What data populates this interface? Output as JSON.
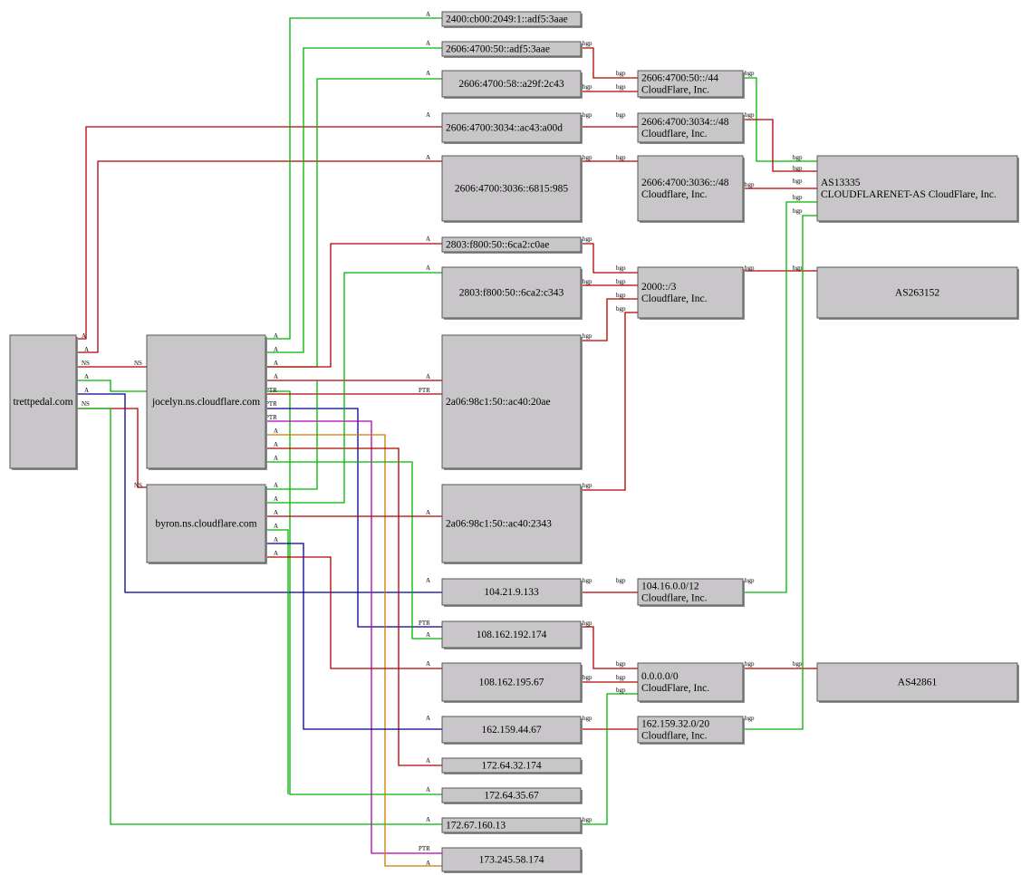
{
  "colors": {
    "red": "#b00000",
    "green": "#00b400",
    "blue": "#000090",
    "magenta": "#b000b0",
    "orange": "#cc7a00",
    "node_fill": "#c8c6c8",
    "node_stroke": "#555555"
  },
  "nodes": {
    "trett": [
      "trettpedal.com"
    ],
    "jocelyn": [
      "jocelyn.ns.cloudflare.com"
    ],
    "byron": [
      "byron.ns.cloudflare.com"
    ],
    "ip2400": [
      "2400:cb00:2049:1::adf5:3aae"
    ],
    "ip2606_50": [
      "2606:4700:50::adf5:3aae"
    ],
    "ip2606_58": [
      "2606:4700:58::a29f:2c43"
    ],
    "ip2606_3034": [
      "2606:4700:3034::ac43:a00d"
    ],
    "ip2606_3036": [
      "2606:4700:3036::6815:985"
    ],
    "ip2803_c0ae": [
      "2803:f800:50::6ca2:c0ae"
    ],
    "ip2803_c343": [
      "2803:f800:50::6ca2:c343"
    ],
    "ip2a06_20ae": [
      "2a06:98c1:50::ac40:20ae"
    ],
    "ip2a06_2343": [
      "2a06:98c1:50::ac40:2343"
    ],
    "ip104": [
      "104.21.9.133"
    ],
    "ip108_174": [
      "108.162.192.174"
    ],
    "ip108_67": [
      "108.162.195.67"
    ],
    "ip162": [
      "162.159.44.67"
    ],
    "ip172_174": [
      "172.64.32.174"
    ],
    "ip172_67": [
      "172.64.35.67"
    ],
    "ip172_13": [
      "172.67.160.13"
    ],
    "ip173": [
      "173.245.58.174"
    ],
    "pfx2606_50": [
      "2606:4700:50::/44",
      "CloudFlare, Inc."
    ],
    "pfx2606_3034": [
      "2606:4700:3034::/48",
      "Cloudflare, Inc."
    ],
    "pfx2606_3036": [
      "2606:4700:3036::/48",
      "Cloudflare, Inc."
    ],
    "pfx2000": [
      "2000::/3",
      "Cloudflare, Inc."
    ],
    "pfx104": [
      "104.16.0.0/12",
      "Cloudflare, Inc."
    ],
    "pfx0": [
      "0.0.0.0/0",
      "CloudFlare, Inc."
    ],
    "pfx162": [
      "162.159.32.0/20",
      "Cloudflare, Inc."
    ],
    "as13335": [
      "AS13335",
      "CLOUDFLARENET-AS CloudFlare, Inc."
    ],
    "as263152": [
      "AS263152"
    ],
    "as42861": [
      "AS42861"
    ]
  },
  "edge_labels": {
    "a": "A",
    "ns": "NS",
    "ptr": "PTR",
    "bgp": "bgp"
  },
  "edges": [
    {
      "from": "trett",
      "to": "ip2606_3034",
      "type": "A",
      "color": "red"
    },
    {
      "from": "trett",
      "to": "ip2606_3036",
      "type": "A",
      "color": "red"
    },
    {
      "from": "trett",
      "to": "jocelyn",
      "type": "NS",
      "color": "red"
    },
    {
      "from": "trett",
      "to": "ip172_67",
      "type": "A",
      "color": "green"
    },
    {
      "from": "trett",
      "to": "ip104",
      "type": "A",
      "color": "blue"
    },
    {
      "from": "trett",
      "to": "byron",
      "type": "NS",
      "color": "red"
    },
    {
      "from": "trett",
      "to": "ip172_13",
      "type": "A",
      "color": "green"
    },
    {
      "from": "jocelyn",
      "to": "ip2400",
      "type": "A",
      "color": "green"
    },
    {
      "from": "jocelyn",
      "to": "ip2606_50",
      "type": "A",
      "color": "green"
    },
    {
      "from": "jocelyn",
      "to": "ip2606_58",
      "type": "A",
      "color": "green"
    },
    {
      "from": "jocelyn",
      "to": "ip2803_c0ae",
      "type": "A",
      "color": "red"
    },
    {
      "from": "jocelyn",
      "to": "ip2a06_20ae",
      "type": "A",
      "color": "red"
    },
    {
      "from": "jocelyn",
      "to": "ip2a06_20ae",
      "type": "PTR",
      "color": "red"
    },
    {
      "from": "jocelyn",
      "to": "ip108_174",
      "type": "PTR",
      "color": "blue"
    },
    {
      "from": "jocelyn",
      "to": "ip173",
      "type": "PTR",
      "color": "magenta"
    },
    {
      "from": "jocelyn",
      "to": "ip173",
      "type": "A",
      "color": "orange"
    },
    {
      "from": "jocelyn",
      "to": "ip172_174",
      "type": "A",
      "color": "red"
    },
    {
      "from": "jocelyn",
      "to": "ip108_174",
      "type": "A",
      "color": "green"
    },
    {
      "from": "byron",
      "to": "ip2606_58",
      "type": "A",
      "color": "green"
    },
    {
      "from": "byron",
      "to": "ip2803_c343",
      "type": "A",
      "color": "green"
    },
    {
      "from": "byron",
      "to": "ip2a06_2343",
      "type": "A",
      "color": "red"
    },
    {
      "from": "byron",
      "to": "ip172_67",
      "type": "A",
      "color": "green"
    },
    {
      "from": "byron",
      "to": "ip162",
      "type": "A",
      "color": "blue"
    },
    {
      "from": "byron",
      "to": "ip108_67",
      "type": "A",
      "color": "red"
    },
    {
      "from": "ip2606_50",
      "to": "pfx2606_50",
      "type": "bgp",
      "color": "red"
    },
    {
      "from": "ip2606_58",
      "to": "pfx2606_50",
      "type": "bgp",
      "color": "red"
    },
    {
      "from": "ip2606_3034",
      "to": "pfx2606_3034",
      "type": "bgp",
      "color": "red"
    },
    {
      "from": "ip2606_3036",
      "to": "pfx2606_3036",
      "type": "bgp",
      "color": "red"
    },
    {
      "from": "ip2803_c0ae",
      "to": "pfx2000",
      "type": "bgp",
      "color": "red"
    },
    {
      "from": "ip2803_c343",
      "to": "pfx2000",
      "type": "bgp",
      "color": "red"
    },
    {
      "from": "ip2a06_20ae",
      "to": "pfx2000",
      "type": "bgp",
      "color": "red"
    },
    {
      "from": "ip2a06_2343",
      "to": "pfx2000",
      "type": "bgp",
      "color": "red"
    },
    {
      "from": "ip104",
      "to": "pfx104",
      "type": "bgp",
      "color": "red"
    },
    {
      "from": "ip108_174",
      "to": "pfx0",
      "type": "bgp",
      "color": "red"
    },
    {
      "from": "ip108_67",
      "to": "pfx0",
      "type": "bgp",
      "color": "red"
    },
    {
      "from": "ip162",
      "to": "pfx162",
      "type": "bgp",
      "color": "red"
    },
    {
      "from": "ip172_13",
      "to": "pfx0",
      "type": "bgp",
      "color": "green"
    },
    {
      "from": "pfx2606_50",
      "to": "as13335",
      "type": "bgp",
      "color": "green"
    },
    {
      "from": "pfx2606_3034",
      "to": "as13335",
      "type": "bgp",
      "color": "red"
    },
    {
      "from": "pfx2606_3036",
      "to": "as13335",
      "type": "bgp",
      "color": "red"
    },
    {
      "from": "pfx2000",
      "to": "as263152",
      "type": "bgp",
      "color": "red"
    },
    {
      "from": "pfx104",
      "to": "as13335",
      "type": "bgp",
      "color": "green"
    },
    {
      "from": "pfx0",
      "to": "as42861",
      "type": "bgp",
      "color": "red"
    },
    {
      "from": "pfx162",
      "to": "as13335",
      "type": "bgp",
      "color": "green"
    }
  ]
}
